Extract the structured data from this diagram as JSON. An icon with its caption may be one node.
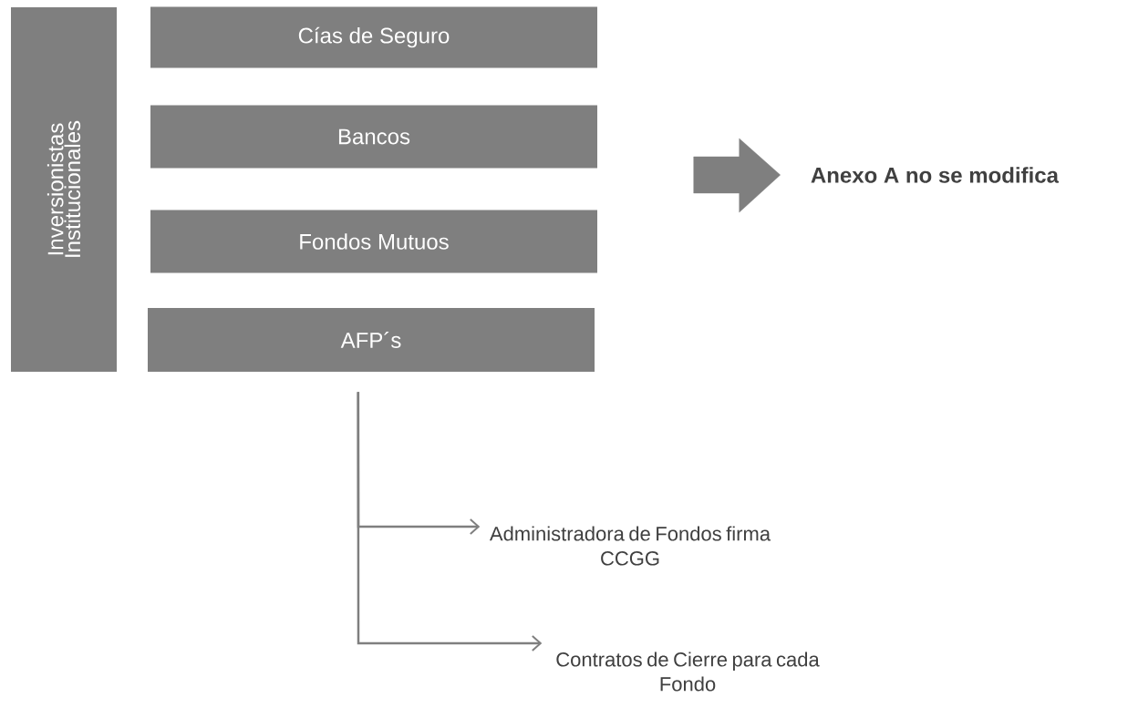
{
  "diagram": {
    "nodes": [
      {
        "text": [
          "Inversionistas Institucionales"
        ]
      },
      {
        "text": [
          "Cías de Seguro"
        ]
      },
      {
        "text": [
          "Bancos"
        ]
      },
      {
        "text": [
          "Fondos Mutuos"
        ]
      },
      {
        "text": [
          "AFP´s"
        ]
      },
      {
        "text": [
          "**Anexo A no se modifica**"
        ]
      },
      {
        "text": [
          "Administradora de Fondos firma CCGG"
        ]
      },
      {
        "text": [
          "Contratos de Cierre para cada Fondo"
        ]
      }
    ],
    "edges": [
      {
        "from": null,
        "to": 5,
        "arrow": "to"
      },
      {
        "from": 4,
        "to": 6,
        "arrow": "to"
      },
      {
        "from": 4,
        "to": 7,
        "arrow": "to"
      }
    ]
  }
}
